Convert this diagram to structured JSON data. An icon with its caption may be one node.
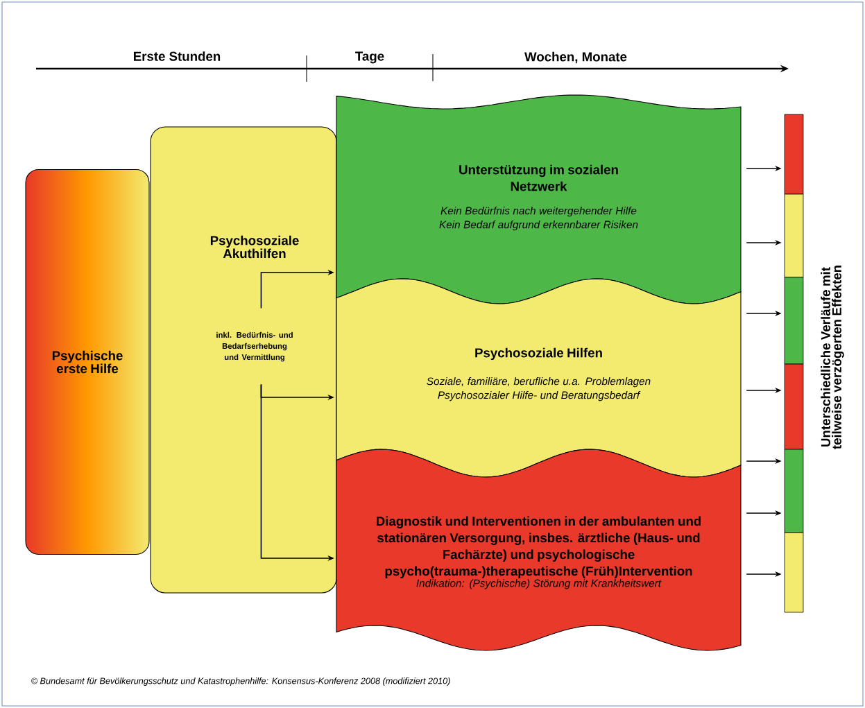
{
  "diagram": {
    "caption": "© Bundesamt für Bevölkerungsschutz und Katastrophenhilfe: Konsensus-Konferenz 2008 (modifiziert 2010)",
    "nodes": [
      {
        "text": [
          "Psychische erste Hilfe"
        ]
      },
      {
        "text": [
          "Psychosoziale Akuthilfen",
          "inkl. Bedürfnis- und Bedarfserhebung und Vermittlung"
        ]
      },
      {
        "text": [
          "Unterstützung im sozialen Netzwerk",
          "Kein Bedürfnis nach weitergehender Hilfe",
          "Kein Bedarf aufgrund erkennbarer Risiken"
        ]
      },
      {
        "text": [
          "Psychosoziale Hilfen",
          "Soziale, familiäre, berufliche u.a. Problemlagen",
          "Psychosozialer Hilfe- und Beratungsbedarf"
        ]
      },
      {
        "text": [
          "Diagnostik und Interventionen in der ambulanten und stationären Versorgung, insbes. ärztliche (Haus- und Fachärzte) und psychologische psycho(trauma-)therapeutische (Früh)Intervention",
          "Indikation: (Psychische) Störung mit Krankheitswert"
        ]
      },
      {
        "text": [],
        "shape": "bar"
      },
      {
        "text": [],
        "shape": "bar"
      },
      {
        "text": [],
        "shape": "bar"
      },
      {
        "text": [],
        "shape": "bar"
      },
      {
        "text": [],
        "shape": "bar"
      },
      {
        "text": [],
        "shape": "bar"
      }
    ],
    "edges": [
      {
        "from": 1,
        "to": 2,
        "arrow": "to"
      },
      {
        "from": 1,
        "to": 3,
        "arrow": "to"
      },
      {
        "from": 1,
        "to": 4,
        "arrow": "to"
      },
      {
        "from": 2,
        "to": 5,
        "arrow": "to"
      },
      {
        "from": 2,
        "to": 6,
        "arrow": "to"
      },
      {
        "from": 3,
        "to": 7,
        "arrow": "to"
      },
      {
        "from": 3,
        "to": 8,
        "arrow": "to"
      },
      {
        "from": 4,
        "to": 9,
        "arrow": "to"
      },
      {
        "from": 4,
        "to": 9,
        "arrow": "to"
      },
      {
        "from": 4,
        "to": 10,
        "arrow": "to"
      }
    ],
    "labels": [
      "Erste Stunden",
      "Tage",
      "Wochen, Monate",
      "Unterschiedliche Verläufe mit teilweise verzögerten Effekten"
    ]
  }
}
